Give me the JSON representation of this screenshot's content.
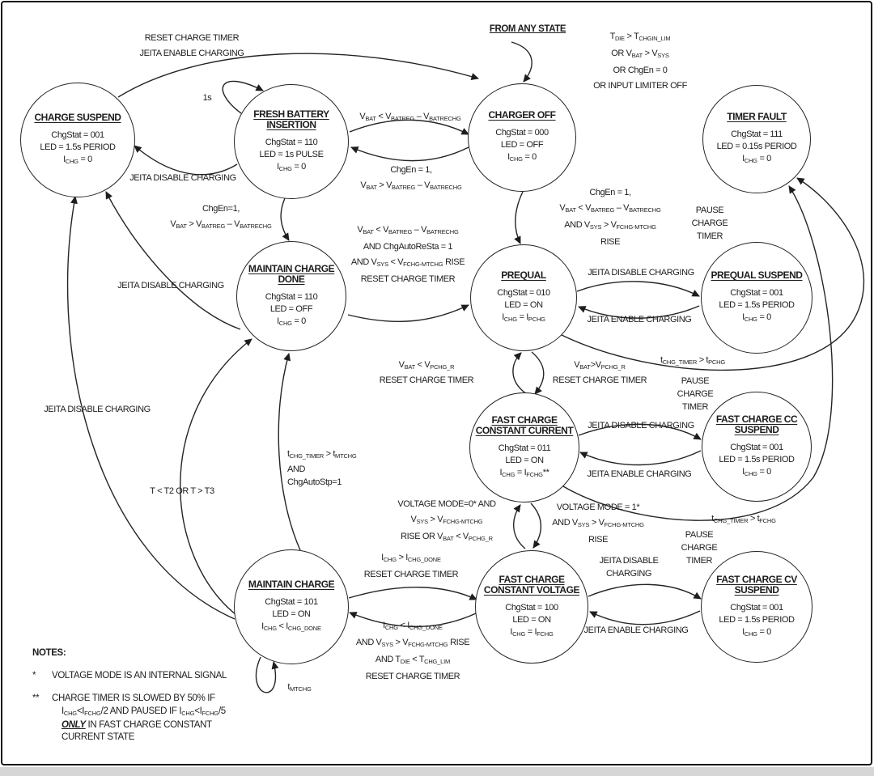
{
  "colors": {
    "ink": "#1d1d1d",
    "background": "#ffffff",
    "frame": "#161616"
  },
  "states": {
    "charge_suspend": {
      "name": "CHARGE SUSPEND",
      "stats": [
        "ChgStat = 001",
        "LED = 1.5s PERIOD",
        "I~CHG~ = 0"
      ]
    },
    "fresh_battery": {
      "name": "FRESH BATTERY INSERTION",
      "stats": [
        "ChgStat = 110",
        "LED = 1s PULSE",
        "I~CHG~ = 0"
      ]
    },
    "charger_off": {
      "name": "CHARGER OFF",
      "stats": [
        "ChgStat = 000",
        "LED = OFF",
        "I~CHG~ = 0"
      ]
    },
    "timer_fault": {
      "name": "TIMER FAULT",
      "stats": [
        "ChgStat = 111",
        "LED = 0.15s PERIOD",
        "I~CHG~ = 0"
      ]
    },
    "maintain_done": {
      "name": "MAINTAIN CHARGE DONE",
      "stats": [
        "ChgStat = 110",
        "LED = OFF",
        "I~CHG~ = 0"
      ]
    },
    "prequal": {
      "name": "PREQUAL",
      "stats": [
        "ChgStat = 010",
        "LED = ON",
        "I~CHG~ = I~PCHG~"
      ]
    },
    "prequal_suspend": {
      "name": "PREQUAL SUSPEND",
      "stats": [
        "ChgStat = 001",
        "LED = 1.5s PERIOD",
        "I~CHG~ = 0"
      ]
    },
    "fast_cc": {
      "name": "FAST CHARGE CONSTANT CURRENT",
      "stats": [
        "ChgStat = 011",
        "LED = ON",
        "I~CHG~ = I~FCHG~**"
      ]
    },
    "fast_cc_suspend": {
      "name": "FAST CHARGE CC SUSPEND",
      "stats": [
        "ChgStat = 001",
        "LED = 1.5s PERIOD",
        "I~CHG~ = 0"
      ]
    },
    "maintain": {
      "name": "MAINTAIN CHARGE",
      "stats": [
        "ChgStat = 101",
        "LED = ON",
        "I~CHG~ < I~CHG_DONE~"
      ]
    },
    "fast_cv": {
      "name": "FAST CHARGE CONSTANT VOLTAGE",
      "stats": [
        "ChgStat = 100",
        "LED = ON",
        "I~CHG~ = I~FCHG~"
      ]
    },
    "fast_cv_suspend": {
      "name": "FAST CHARGE CV SUSPEND",
      "stats": [
        "ChgStat = 001",
        "LED = 1.5s PERIOD",
        "I~CHG~ = 0"
      ]
    }
  },
  "labels": {
    "cs_to_off": [
      "RESET CHARGE TIMER",
      "JEITA ENABLE CHARGING"
    ],
    "from_any_state": "FROM ANY STATE",
    "off_entry": [
      "T~DIE~ > T~CHGIN_LIM~",
      "OR V~BAT~ > V~SYS~",
      "OR ChgEn = 0",
      "OR INPUT LIMITER OFF"
    ],
    "one_second": "1s",
    "fbi_to_off": "V~BAT~ < V~BATREG~ – V~BATRECHG~",
    "off_to_fbi": [
      "ChgEn = 1,",
      "V~BAT~ > V~BATREG~ – V~BATRECHG~"
    ],
    "fbi_to_cs": "JEITA DISABLE CHARGING",
    "fbi_to_mcd": [
      "ChgEn=1,",
      "V~BAT~ > V~BATREG~ – V~BATRECHG~"
    ],
    "mcd_to_cs": "JEITA DISABLE CHARGING",
    "mcd_to_pq": [
      "V~BAT~ < V~BATREG~ – V~BATRECHG~",
      "AND ChgAutoReSta = 1",
      "AND V~SYS~ < V~FCHG-MTCHG~ RISE",
      "RESET CHARGE TIMER"
    ],
    "off_to_pq": [
      "ChgEn = 1,",
      "V~BAT~ < V~BATREG~ – V~BATRECHG~",
      "AND V~SYS~ > V~FCHG-MTCHG~",
      "RISE"
    ],
    "pause_pq": [
      "PAUSE",
      "CHARGE",
      "TIMER"
    ],
    "pq_to_ps": "JEITA DISABLE CHARGING",
    "ps_to_pq": "JEITA ENABLE CHARGING",
    "fcc_to_pq": [
      "V~BAT~ < V~PCHG_R~",
      "RESET CHARGE TIMER"
    ],
    "pq_to_fcc": [
      "V~BAT~>V~PCHG_R~",
      "RESET CHARGE TIMER"
    ],
    "pq_timeout": "t~CHG_TIMER~ > t~PCHG~",
    "pause_cc": [
      "PAUSE",
      "CHARGE",
      "TIMER"
    ],
    "fcc_to_ccs": "JEITA DISABLE CHARGING",
    "ccs_to_fcc": "JEITA ENABLE CHARGING",
    "mc_timeout": [
      "t~CHG_TIMER~ > t~MTCHG~",
      "AND",
      "ChgAutoStp=1"
    ],
    "vmode0": [
      "VOLTAGE MODE=0* AND",
      "V~SYS~ > V~FCHG-MTCHG~",
      "RISE OR V~BAT~ < V~PCHG_R~"
    ],
    "vmode1": [
      "VOLTAGE MODE = 1*",
      "AND V~SYS~ > V~FCHG-MTCHG~",
      "RISE"
    ],
    "fc_timeout": "t~CHG_TIMER~ > t~FCHG~",
    "pause_cv": [
      "PAUSE",
      "CHARGE",
      "TIMER"
    ],
    "mc_to_fcv": [
      "I~CHG~ > I~CHG_DONE~",
      "RESET CHARGE TIMER"
    ],
    "fcv_to_cvs": [
      "JEITA DISABLE",
      "CHARGING"
    ],
    "fcv_to_mc": [
      "I~CHG~ < I~CHG_DONE~",
      "AND V~SYS~ > V~FCHG-MTCHG~ RISE",
      "AND T~DIE~ < T~CHG_LIM~",
      "RESET CHARGE TIMER"
    ],
    "cvs_to_fcv": "JEITA ENABLE CHARGING",
    "temp_window": "T < T2 OR T > T3",
    "mc_self": "t~MTCHG~",
    "mc_to_cs": "JEITA DISABLE CHARGING"
  },
  "notes": {
    "heading": "NOTES:",
    "items": [
      {
        "marker": "*",
        "lead": "VOLTAGE MODE IS AN INTERNAL SIGNAL",
        "cont": []
      },
      {
        "marker": "**",
        "lead": "CHARGE TIMER IS SLOWED BY 50% IF",
        "cont": [
          "I~CHG~<I~FCHG~/2 AND PAUSED IF I~CHG~<I~FCHG~/5",
          "^ONLY^ IN FAST CHARGE CONSTANT",
          "CURRENT STATE"
        ]
      }
    ]
  }
}
